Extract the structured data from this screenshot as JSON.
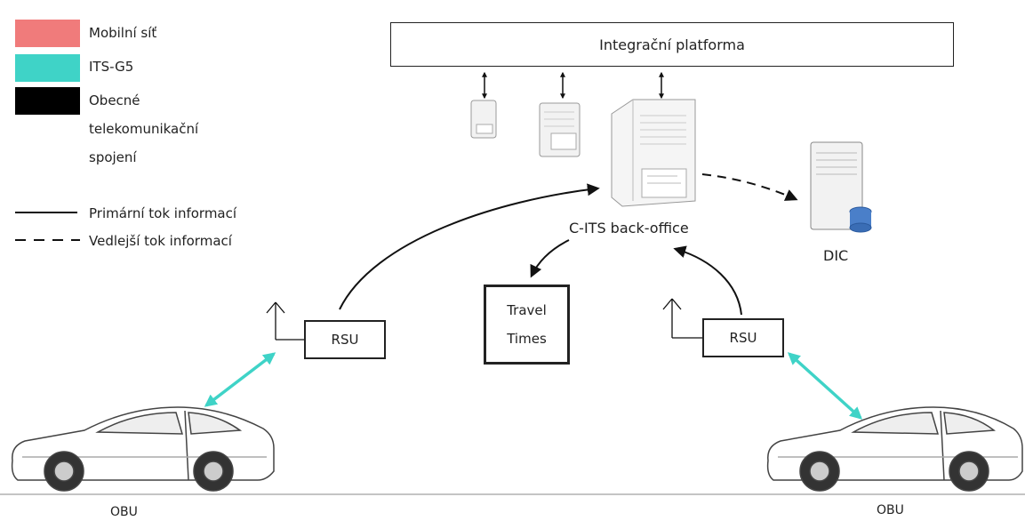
{
  "legend": {
    "mobile": {
      "label": "Mobilní síť",
      "color": "#f07b7b"
    },
    "itsg5": {
      "label": "ITS-G5",
      "color": "#3fd3c7"
    },
    "general": {
      "lines": [
        "Obecné",
        "telekomunikační",
        "spojení"
      ],
      "color": "#000000"
    },
    "primary_flow": "Primární tok informací",
    "secondary_flow": "Vedlejší tok informací"
  },
  "platform": {
    "label": "Integrační platforma"
  },
  "backoffice": {
    "label": "C-ITS back-office"
  },
  "dic": {
    "label": "DIC"
  },
  "travel_times": {
    "line1": "Travel",
    "line2": "Times"
  },
  "rsu_left": {
    "label": "RSU"
  },
  "rsu_right": {
    "label": "RSU"
  },
  "obu_left": {
    "label": "OBU"
  },
  "obu_right": {
    "label": "OBU"
  }
}
